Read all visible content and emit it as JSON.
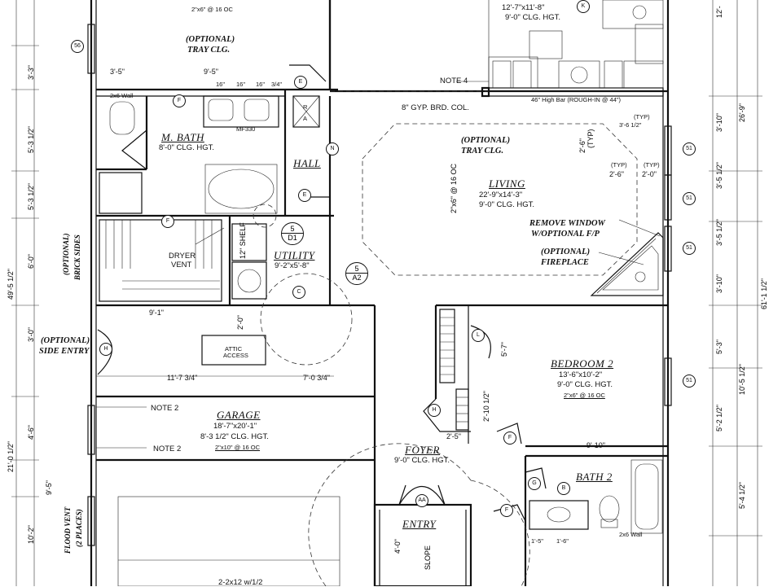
{
  "rooms": {
    "master_bath": {
      "name": "M. BATH",
      "clg": "8'-0\" CLG. HGT."
    },
    "hall": {
      "name": "HALL"
    },
    "utility": {
      "name": "UTILITY",
      "size": "9'-2\"x5'-8\""
    },
    "living": {
      "name": "LIVING",
      "size": "22'-9\"x14'-3\"",
      "clg": "9'-0\" CLG. HGT."
    },
    "bedroom2": {
      "name": "BEDROOM 2",
      "size": "13'-6\"x10'-2\"",
      "clg": "9'-0\" CLG. HGT.",
      "wall": "2\"x6\" @ 16 OC"
    },
    "garage": {
      "name": "GARAGE",
      "size": "18'-7\"x20'-1\"",
      "clg": "8'-3 1/2\" CLG. HGT.",
      "wall": "2\"x10\" @ 16 OC"
    },
    "foyer": {
      "name": "FOYER",
      "clg": "9'-0\" CLG. HGT."
    },
    "entry": {
      "name": "ENTRY",
      "slope": "SLOPE"
    },
    "bath2": {
      "name": "BATH 2"
    },
    "top_room": {
      "clg": "12'-7\"x11'-8\"",
      "clg2": "9'-0\" CLG. HGT.",
      "wall": "2\"x6\" @ 16 OC"
    }
  },
  "notes": {
    "tray_top": "(OPTIONAL)",
    "tray_top2": "TRAY CLG.",
    "tray_living": "(OPTIONAL)",
    "tray_living2": "TRAY CLG.",
    "remove_window": "REMOVE WINDOW",
    "remove_window2": "W/OPTIONAL F/P",
    "fireplace": "(OPTIONAL)",
    "fireplace2": "FIREPLACE",
    "side_entry": "(OPTIONAL)",
    "side_entry2": "SIDE ENTRY",
    "brick": "(OPTIONAL)",
    "brick2": "BRICK SIDES",
    "flood": "FLOOD VENT",
    "flood2": "(2 PLACES)",
    "note4": "NOTE 4",
    "note2a": "NOTE 2",
    "note2b": "NOTE 2",
    "gyp": "8\" GYP. BRD. COL.",
    "bar": "46\" High Bar (ROUGH-IN @ 44\")",
    "dryer": "DRYER",
    "vent": "VENT",
    "shelf": "12\" SHELF",
    "attic": "ATTIC",
    "access": "ACCESS",
    "wall2x6": "2x6 Wall",
    "wall2x6b": "2x6 Wall",
    "beam": "2-2x12 w/1/2",
    "wall_living": "2\"x6\" @ 16 OC",
    "mf": "MF330"
  },
  "dims": {
    "d3_5": "3'-5\"",
    "d9_5": "9'-5\"",
    "d16a": "16\"",
    "d16b": "16\"",
    "d16c": "16\"",
    "d3_4": "3/4\"",
    "d9_1": "9'-1\"",
    "d2_0": "2'-0\"",
    "d11_7": "11'-7 3/4\"",
    "d7_0": "7'-0 3/4\"",
    "d5_7": "5'-7\"",
    "d2_10": "2'-10 1/2\"",
    "d2_5": "2'-5\"",
    "d9_10": "9'-10\"",
    "d2_6": "2'-6\"",
    "d2_6b": "2'-6\"",
    "d2_0b": "2'-0\"",
    "typ1": "(TYP)",
    "typ2": "(TYP)",
    "typ3": "(TYP)",
    "typ4": "(TYP)",
    "d3_6": "3'-6 1/2\"",
    "d1_5": "1'-5\"",
    "d1_6": "1'-6\"",
    "d4_0": "4'-0\"",
    "l3_3": "3'-3\"",
    "l5_3": "5'-3 1/2\"",
    "l5_3b": "5'-3 1/2\"",
    "l6_0": "6'-0\"",
    "l49": "49'-5 1/2\"",
    "l3_0": "3'-0\"",
    "l21": "21'-0 1/2\"",
    "l4_6": "4'-6\"",
    "l9_5": "9'-5\"",
    "l10_2": "10'-2\"",
    "r3_10": "3'-10\"",
    "r3_5": "3'-5 1/2\"",
    "r3_5b": "3'-5 1/2\"",
    "r3_10b": "3'-10\"",
    "r26_9": "26'-9\"",
    "r61": "61'-1 1/2\"",
    "r5_3": "5'-3\"",
    "r10_5": "10'-5 1/2\"",
    "r5_2": "5'-2 1/2\"",
    "r5_4": "5'-4 1/2\"",
    "r12": "12'-"
  },
  "tags": {
    "w56": "56",
    "w51a": "51",
    "w51b": "51",
    "w51c": "51",
    "w51d": "51",
    "dE1": "E",
    "dE2": "E",
    "dF1": "F",
    "dF2": "F",
    "dF3": "F",
    "dF4": "F",
    "dC": "C",
    "dN": "N",
    "dH1": "H",
    "dH2": "H",
    "dL": "L",
    "dG": "G",
    "dB": "B",
    "dAA": "AA",
    "dK": "K",
    "sec1_num": "5",
    "sec1_ref": "D1",
    "sec2_num": "5",
    "sec2_ref": "A2",
    "rA": "A",
    "rR": "R"
  }
}
